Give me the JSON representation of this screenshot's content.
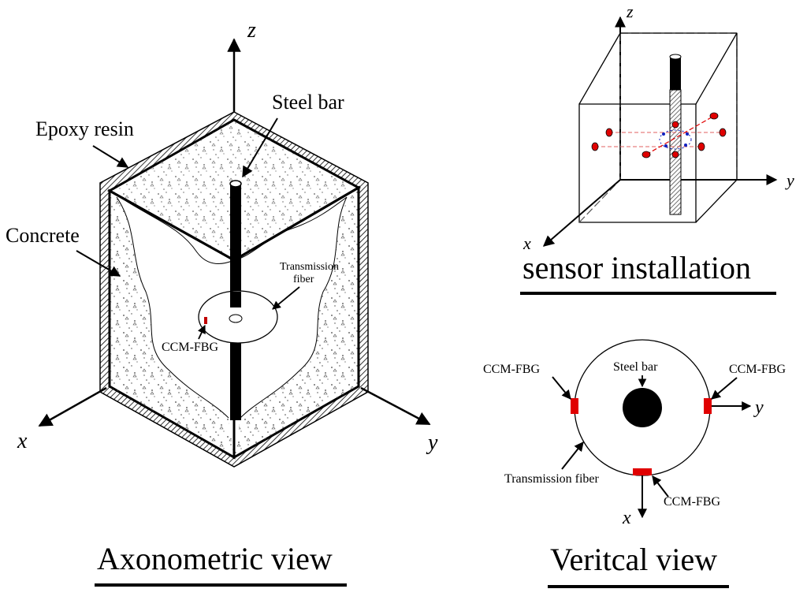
{
  "axonometric": {
    "title": "Axonometric view",
    "axis_z": "z",
    "axis_x": "x",
    "axis_y": "y",
    "label_steel_bar": "Steel bar",
    "label_epoxy": "Epoxy resin",
    "label_concrete": "Concrete",
    "label_transmission": "Transmission",
    "label_fiber": "fiber",
    "label_ccm": "CCM-FBG"
  },
  "sensor_installation": {
    "title": "sensor installation",
    "axis_z": "z",
    "axis_x": "x",
    "axis_y": "y"
  },
  "vertical_view": {
    "title": "Veritcal view",
    "label_steel_bar": "Steel bar",
    "label_ccm_left": "CCM-FBG",
    "label_ccm_right": "CCM-FBG",
    "label_ccm_bottom": "CCM-FBG",
    "label_transmission": "Transmission fiber",
    "axis_y": "y",
    "axis_x": "x"
  },
  "colors": {
    "sensor_red": "#e00000",
    "node_blue": "#1020c0",
    "ink": "#000000"
  }
}
